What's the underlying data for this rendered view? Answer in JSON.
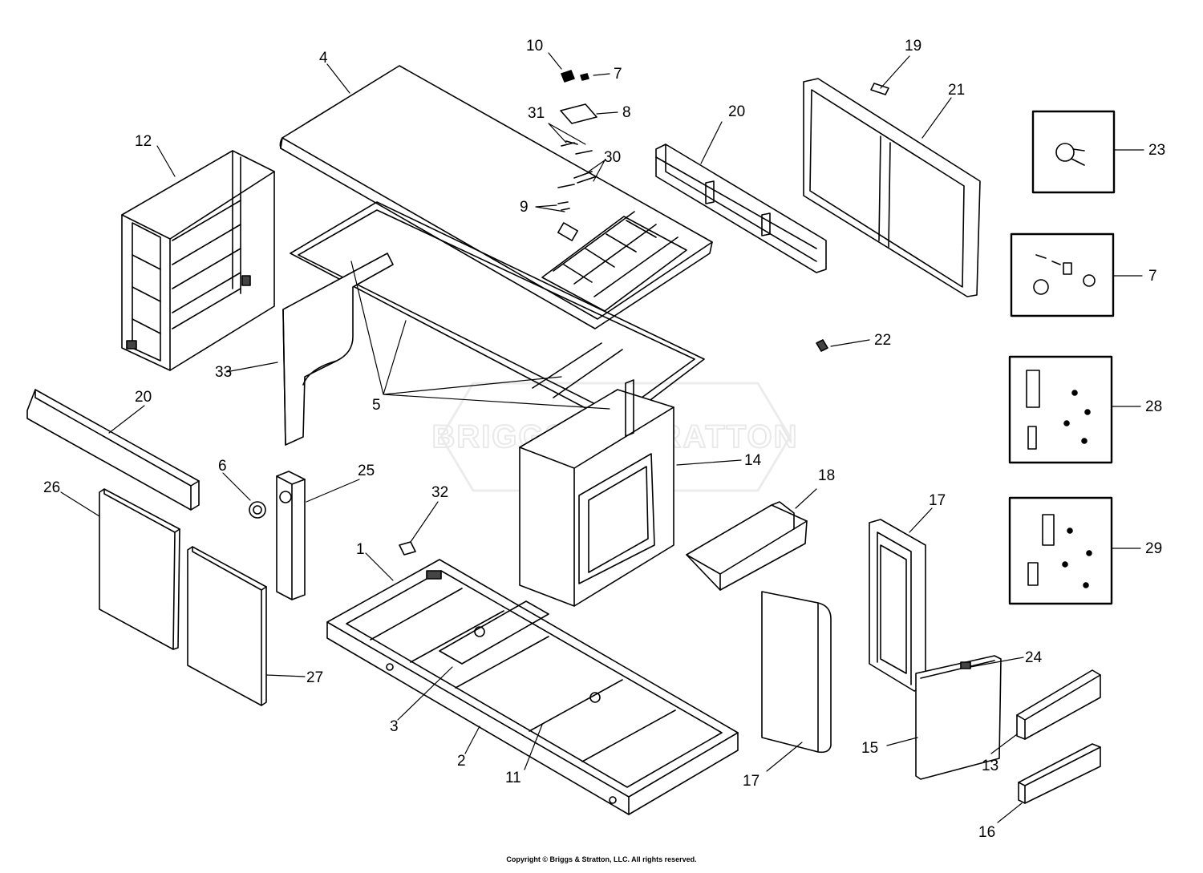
{
  "watermark": "BRIGGS & STRATTON",
  "copyright": "Copyright © Briggs & Stratton, LLC. All rights reserved.",
  "callouts": {
    "c1": "1",
    "c2": "2",
    "c3": "3",
    "c4": "4",
    "c5": "5",
    "c6": "6",
    "c7a": "7",
    "c7b": "7",
    "c8": "8",
    "c9": "9",
    "c10": "10",
    "c11": "11",
    "c12": "12",
    "c13": "13",
    "c14": "14",
    "c15": "15",
    "c16": "16",
    "c17a": "17",
    "c17b": "17",
    "c18": "18",
    "c19": "19",
    "c20a": "20",
    "c20b": "20",
    "c21": "21",
    "c22": "22",
    "c23": "23",
    "c24": "24",
    "c25": "25",
    "c26": "26",
    "c27": "27",
    "c28": "28",
    "c29": "29",
    "c30": "30",
    "c31": "31",
    "c32": "32",
    "c33": "33"
  }
}
